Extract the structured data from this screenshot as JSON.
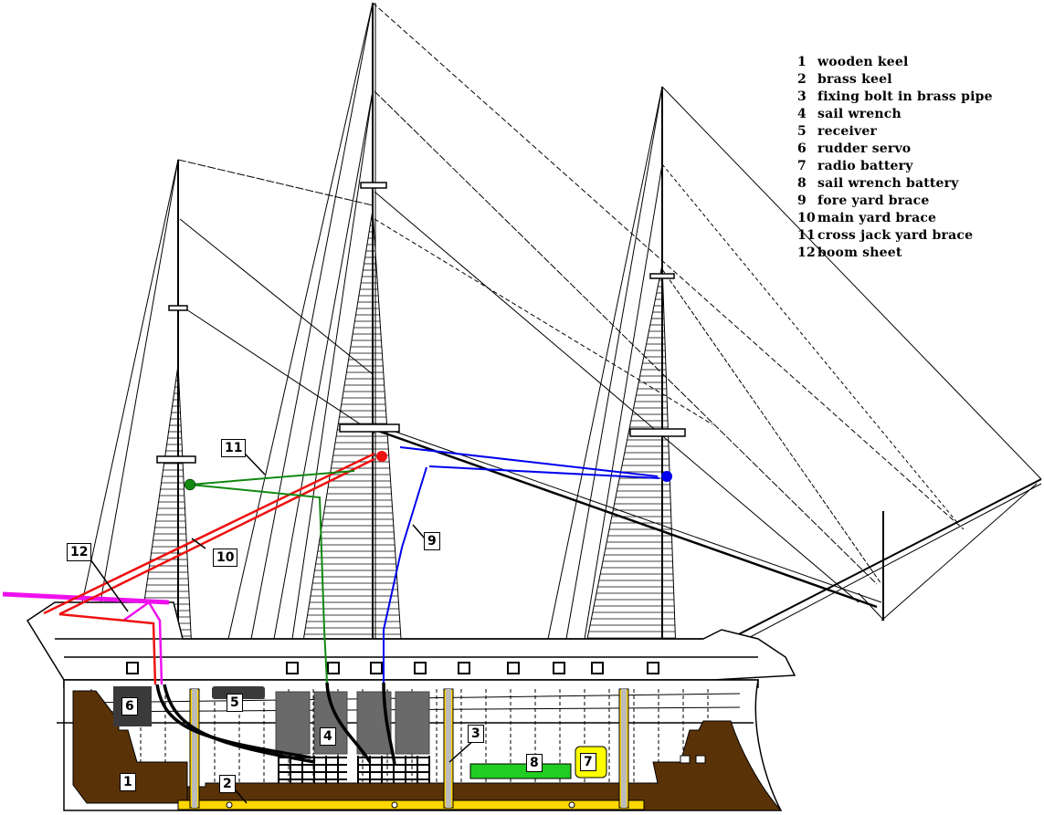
{
  "title": "Sailing ship model cross-section with RC components",
  "legend": [
    {
      "num": "1",
      "label": "wooden keel"
    },
    {
      "num": "2",
      "label": "brass keel"
    },
    {
      "num": "3",
      "label": "fixing bolt in brass pipe"
    },
    {
      "num": "4",
      "label": "sail wrench"
    },
    {
      "num": "5",
      "label": "receiver"
    },
    {
      "num": "6",
      "label": "rudder servo"
    },
    {
      "num": "7",
      "label": "radio battery"
    },
    {
      "num": "8",
      "label": "sail wrench battery"
    },
    {
      "num": "9",
      "label": "fore yard brace"
    },
    {
      "num": "10",
      "label": "main yard brace"
    },
    {
      "num": "11",
      "label": "cross jack yard brace"
    },
    {
      "num": "12",
      "label": "boom sheet"
    }
  ],
  "tags": {
    "t1": "1",
    "t2": "2",
    "t3": "3",
    "t4": "4",
    "t5": "5",
    "t6": "6",
    "t7": "7",
    "t8": "8",
    "t9": "9",
    "t10": "10",
    "t11": "11",
    "t12": "12"
  },
  "colors": {
    "wooden_keel": "#5a3208",
    "brass_keel": "#ffd700",
    "component_dark": "#3a3a3a",
    "sail_wrench": "#6a6a6a",
    "battery_green": "#22cc22",
    "radio_battery": "#ffff00",
    "fore_brace": "#0000ee",
    "main_brace": "#ee1111",
    "crossjack_brace": "#118811",
    "boom_sheet": "#ee11ee",
    "line": "#000000"
  }
}
